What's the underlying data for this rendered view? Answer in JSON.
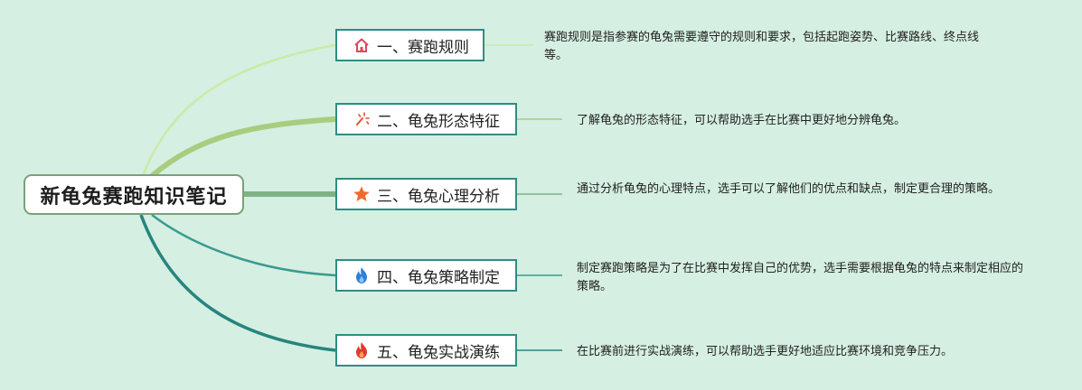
{
  "root": {
    "title": "新龟兔赛跑知识笔记"
  },
  "branches": [
    {
      "label": "一、赛跑规则",
      "icon": "house-icon",
      "desc": "赛跑规则是指参赛的龟兔需要遵守的规则和要求，包括起跑姿势、比赛路线、终点线等。"
    },
    {
      "label": "二、龟兔形态特征",
      "icon": "magic-wand-icon",
      "desc": "了解龟兔的形态特征，可以帮助选手在比赛中更好地分辨龟兔。"
    },
    {
      "label": "三、龟兔心理分析",
      "icon": "star-icon",
      "desc": "通过分析龟兔的心理特点，选手可以了解他们的优点和缺点，制定更合理的策略。"
    },
    {
      "label": "四、龟兔策略制定",
      "icon": "blue-flame-icon",
      "desc": "制定赛跑策略是为了在比赛中发挥自己的优势，选手需要根据龟兔的特点来制定相应的策略。"
    },
    {
      "label": "五、龟兔实战演练",
      "icon": "red-flame-icon",
      "desc": "在比赛前进行实战演练，可以帮助选手更好地适应比赛环境和竞争压力。"
    }
  ],
  "colors": {
    "background": "#d5efe2",
    "topic_border": "#2f8c86",
    "branch_1": "#cde9a8",
    "branch_2": "#a9cc7e",
    "branch_3": "#7fb383",
    "branch_4": "#3a9b8f",
    "branch_5": "#26857e"
  }
}
